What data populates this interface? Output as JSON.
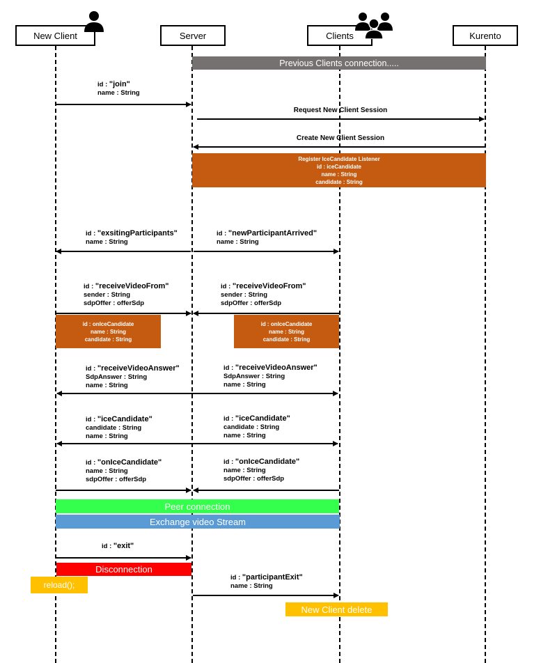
{
  "actors": {
    "new_client": "New Client",
    "server": "Server",
    "clients": "Clients",
    "kurento": "Kurento"
  },
  "bars": {
    "previous": "Previous Clients connection.....",
    "peer": "Peer connection",
    "exchange": "Exchange video Stream",
    "disconnection": "Disconnection",
    "reload": "reload();",
    "delete": "New Client delete"
  },
  "notes": {
    "register": [
      "Register IceCandidate Listener",
      "id : iceCandidate",
      "name : String",
      "candidate : String"
    ],
    "onice_left": [
      "id : onIceCandidate",
      "name : String",
      "candidate : String"
    ],
    "onice_right": [
      "id : onIceCandidate",
      "name : String",
      "candidate : String"
    ]
  },
  "messages": {
    "join": {
      "id": "\"join\"",
      "lines": [
        "name : String"
      ]
    },
    "request_session": "Request New Client Session",
    "create_session": "Create New Client Session",
    "existing": {
      "id": "\"exsitingParticipants\"",
      "lines": [
        "name : String"
      ]
    },
    "new_arrived": {
      "id": "\"newParticipantArrived\"",
      "lines": [
        "name : String"
      ]
    },
    "rvf_left": {
      "id": "\"receiveVideoFrom\"",
      "lines": [
        "sender : String",
        "sdpOffer : offerSdp"
      ]
    },
    "rvf_right": {
      "id": "\"receiveVideoFrom\"",
      "lines": [
        "sender : String",
        "sdpOffer : offerSdp"
      ]
    },
    "rva_left": {
      "id": "\"receiveVideoAnswer\"",
      "lines": [
        "SdpAnswer : String",
        "name : String"
      ]
    },
    "rva_right": {
      "id": "\"receiveVideoAnswer\"",
      "lines": [
        "SdpAnswer : String",
        "name : String"
      ]
    },
    "ice_left": {
      "id": "\"iceCandidate\"",
      "lines": [
        "candidate : String",
        "name : String"
      ]
    },
    "ice_right": {
      "id": "\"iceCandidate\"",
      "lines": [
        "candidate : String",
        "name : String"
      ]
    },
    "onice_msg_left": {
      "id": "\"onIceCandidate\"",
      "lines": [
        "name : String",
        "sdpOffer : offerSdp"
      ]
    },
    "onice_msg_right": {
      "id": "\"onIceCandidate\"",
      "lines": [
        "name : String",
        "sdpOffer : offerSdp"
      ]
    },
    "exit": {
      "id": "\"exit\"",
      "lines": []
    },
    "participant_exit": {
      "id": "\"participantExit\"",
      "lines": [
        "name : String"
      ]
    }
  },
  "id_prefix": "id :",
  "icons": {
    "single": "person-icon",
    "group": "people-group-icon"
  },
  "colors": {
    "gray": "#767171",
    "orange": "#C55A11",
    "green": "#33FF4C",
    "blue": "#5B9BD5",
    "red": "#FF0000",
    "amber": "#FFC000"
  }
}
